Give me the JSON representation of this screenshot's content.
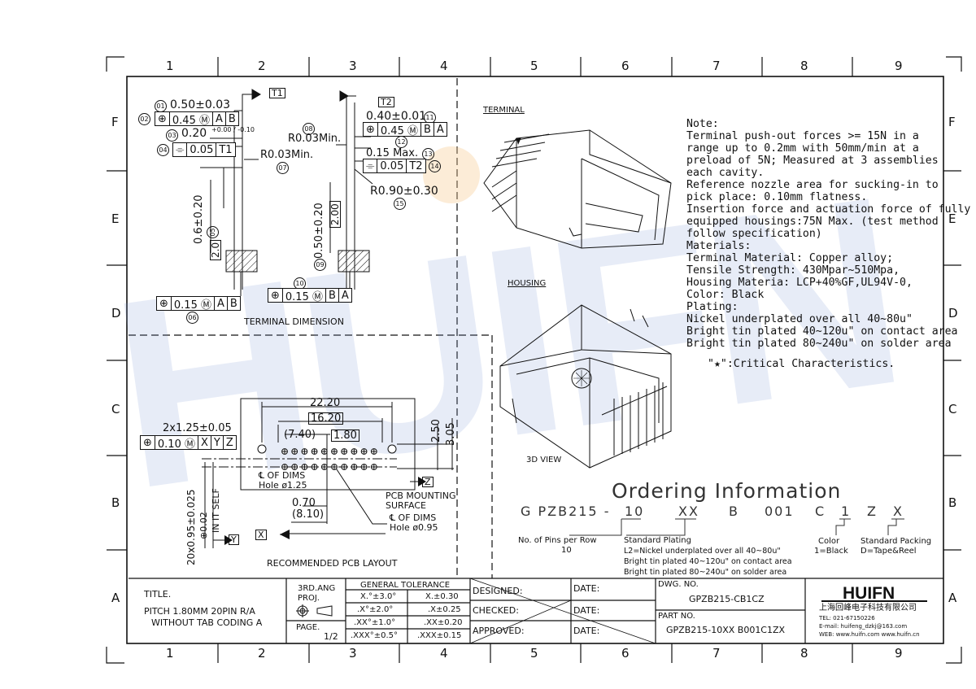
{
  "grid": {
    "columns": [
      "1",
      "2",
      "3",
      "4",
      "5",
      "6",
      "7",
      "8",
      "9"
    ],
    "rows": [
      "F",
      "E",
      "D",
      "C",
      "B",
      "A"
    ]
  },
  "terminal_dimension": {
    "title": "TERMINAL DIMENSION",
    "callouts": {
      "c01": "01",
      "c02": "02",
      "c03": "03",
      "c04": "04",
      "c05": "05",
      "c06": "06",
      "c07": "07",
      "c08": "08",
      "c09": "09",
      "c10": "10",
      "c11": "11",
      "c12": "12",
      "c13": "13",
      "c14": "14",
      "c15": "15"
    },
    "left": {
      "datum": "T1",
      "dim_width": "0.50±0.03",
      "fcf_pos": [
        "⊕",
        "0.45 Ⓜ",
        "A",
        "B"
      ],
      "dim_thick_main": "0.20",
      "dim_thick_tol": "+0.00 / -0.10",
      "fcf_sym": [
        "⌯",
        "0.05",
        "T1"
      ],
      "radius": "R0.03Min.",
      "vert_dim": "0.6±0.20",
      "box_dim": "2.0",
      "fcf_bottom": [
        "⊕",
        "0.15 Ⓜ",
        "A",
        "B"
      ]
    },
    "right": {
      "datum": "T2",
      "dim_width": "0.40±0.01",
      "fcf_pos": [
        "⊕",
        "0.45 Ⓜ",
        "B",
        "A"
      ],
      "radius_top": "R0.03Min.",
      "max_dim": "0.15  Max.",
      "fcf_sym": [
        "⌯",
        "0.05",
        "T2"
      ],
      "radius": "R0.90±0.30",
      "vert_dim": "0.50±0.20",
      "box_dim": "2.00",
      "fcf_bottom": [
        "⊕",
        "0.15 Ⓜ",
        "B",
        "A"
      ]
    }
  },
  "pcb_layout": {
    "title": "RECOMMENDED PCB LAYOUT",
    "dim_22_20": "22.20",
    "dim_16_20": "16.20",
    "dim_7_40": "(7.40)",
    "dim_1_80": "1.80",
    "dim_2_50": "2.50",
    "dim_3_05": "3.05",
    "holes_label": "2x1.25±0.05",
    "fcf_holes": [
      "⊕",
      "0.10 Ⓜ",
      "X",
      "Y",
      "Z"
    ],
    "cl_dims_1": "℄ OF DIMS",
    "hole_1": "Hole ø1.25",
    "dim_0_70": "0.70",
    "dim_8_10": "(8.10)",
    "pcb_surface_1": "PCB MOUNTING",
    "pcb_surface_2": "SURFACE",
    "cl_dims_2": "℄ OF DIMS",
    "hole_2": "Hole ø0.95",
    "datum_z": "Z",
    "datum_x": "X",
    "datum_y": "Y",
    "vert_dim": "20x0.95±0.025",
    "vert_tol": "⊕0.02",
    "in_it_self": "IN IT SELF"
  },
  "views": {
    "terminal_label": "TERMINAL",
    "housing_label": "HOUSING",
    "view_label": "3D VIEW"
  },
  "notes": [
    "Note:",
    "Terminal push-out forces >= 15N in a",
    "range up to 0.2mm with 50mm/min at a",
    "preload of 5N; Measured at 3 assemblies",
    "each cavity.",
    "Reference nozzle area for sucking-in to",
    "pick place: 0.10mm flatness.",
    "Insertion force and actuation force of fully",
    "equipped housings:75N Max. (test method",
    "follow specification)",
    "Materials:",
    "Terminal Material: Copper alloy;",
    "Tensile Strength: 430Mpar~510Mpa,",
    "Housing Materia: LCP+40%GF,UL94V-0,",
    "Color: Black",
    "Plating:",
    "Nickel underplated over all 40~80u\"",
    "Bright tin plated 40~120u\" on contact area",
    "Bright tin plated 80~240u\" on solder area"
  ],
  "critical": "\"★\":Critical Characteristics.",
  "ordering": {
    "title": "Ordering Information",
    "code_parts": [
      "G PZB215 -",
      "10",
      "XX",
      "B",
      "001",
      "C",
      "1",
      "Z",
      "X"
    ],
    "pins_label": "No. of Pins per Row",
    "pins_value": "10",
    "plating_label": "Standard Plating",
    "plating_lines": [
      "L2=Nickel underplated over all 40~80u\"",
      "Bright tin plated 40~120u\" on contact area",
      "Bright tin plated 80~240u\" on solder area"
    ],
    "color_label": "Color",
    "color_value": "1=Black",
    "packing_label": "Standard Packing",
    "packing_value": "D=Tape&Reel"
  },
  "title_block": {
    "title_label": "TITLE.",
    "title_line1": "PITCH 1.80MM 20PIN R/A",
    "title_line2": "WITHOUT TAB CODING A",
    "proj_1": "3RD.ANG",
    "proj_2": "PROJ.",
    "page_label": "PAGE.",
    "page_value": "1/2",
    "tolerance_header": "GENERAL TOLERANCE",
    "tolerance_rows": [
      [
        "X.°±3.0°",
        "X.±0.30"
      ],
      [
        ".X°±2.0°",
        ".X±0.25"
      ],
      [
        ".XX°±1.0°",
        ".XX±0.20"
      ],
      [
        ".XXX°±0.5°",
        ".XXX±0.15"
      ]
    ],
    "designed": "DESIGNED:",
    "checked": "CHECKED:",
    "approved": "APPROVED:",
    "date": "DATE:",
    "dwg_no_label": "DWG. NO.",
    "dwg_no": "GPZB215-CB1CZ",
    "part_no_label": "PART NO.",
    "part_no": "GPZB215-10XX B001C1ZX",
    "company_logo": "HUIFN",
    "company_name": "上海回峰电子科技有限公司",
    "tel": "TEL: 021-67150226",
    "email": "E-mail: huifeng_dzkj@163.com",
    "web": "WEB: www.huifn.com  www.huifn.cn"
  },
  "watermark": "HUIFN"
}
